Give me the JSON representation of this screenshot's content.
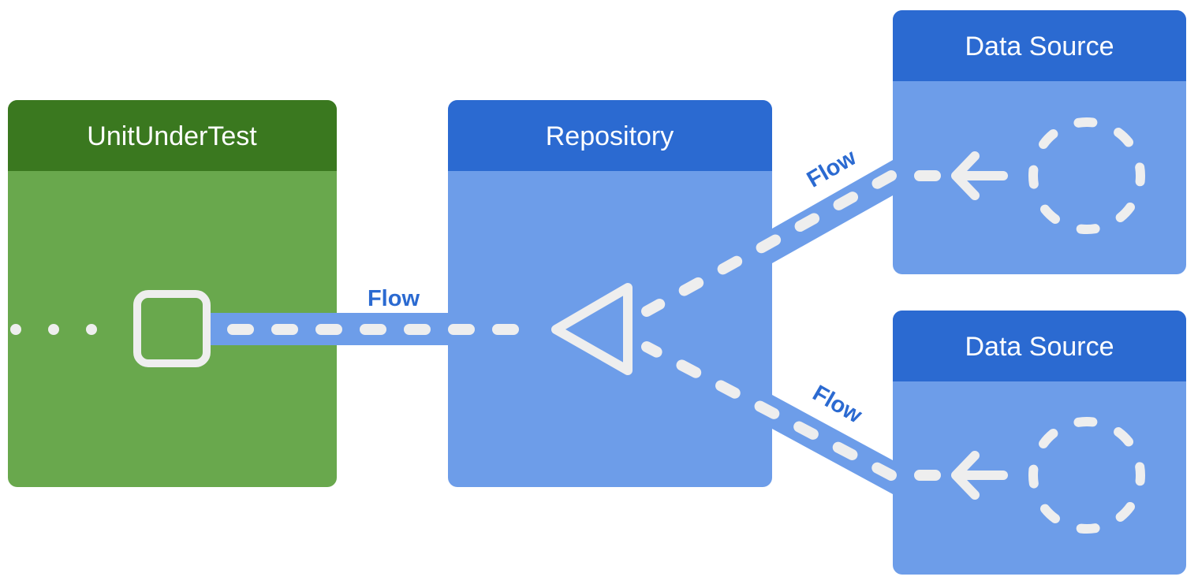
{
  "colors": {
    "unit_header": "#3a781f",
    "unit_body": "#69a84d",
    "blue_header": "#2b6ad1",
    "blue_body": "#6d9de9",
    "dash": "#eeeeee",
    "flow_text": "#2b6ad1"
  },
  "unit_under_test": {
    "title": "UnitUnderTest"
  },
  "repository": {
    "title": "Repository"
  },
  "data_sources": [
    {
      "title": "Data Source"
    },
    {
      "title": "Data Source"
    }
  ],
  "flow_labels": [
    "Flow",
    "Flow",
    "Flow"
  ],
  "icons": {
    "collector": "rounded-square-icon",
    "combiner": "triangle-icon",
    "source": "dashed-circle-icon",
    "emit": "arrow-left-icon"
  }
}
